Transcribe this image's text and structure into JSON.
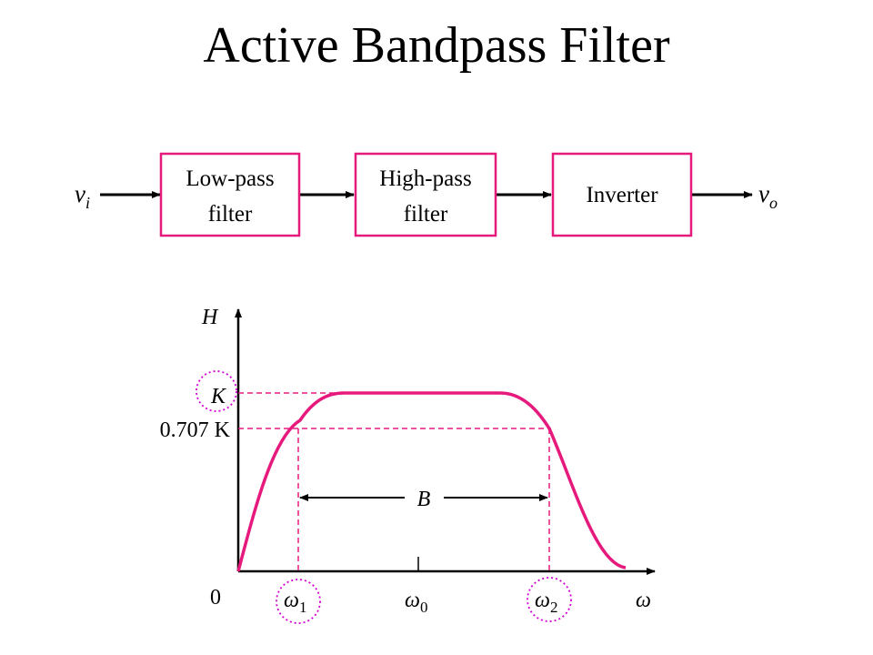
{
  "title": "Active Bandpass Filter",
  "block_diagram": {
    "input": {
      "base": "v",
      "sub": "i"
    },
    "output": {
      "base": "v",
      "sub": "o"
    },
    "blocks": [
      {
        "line1": "Low-pass",
        "line2": "filter"
      },
      {
        "line1": "High-pass",
        "line2": "filter"
      },
      {
        "line1": "Inverter",
        "line2": ""
      }
    ]
  },
  "plot": {
    "y_axis_label": "H",
    "x_axis_label": "ω",
    "origin_label": "0",
    "level_K_label": "K",
    "level_707_label": "0.707 K",
    "bandwidth_label": "B",
    "x_ticks": [
      {
        "base": "ω",
        "sub": "1"
      },
      {
        "base": "ω",
        "sub": "0"
      },
      {
        "base": "ω",
        "sub": "2"
      }
    ],
    "curve_color": "#e6197d",
    "highlight_color": "#d400d4"
  }
}
